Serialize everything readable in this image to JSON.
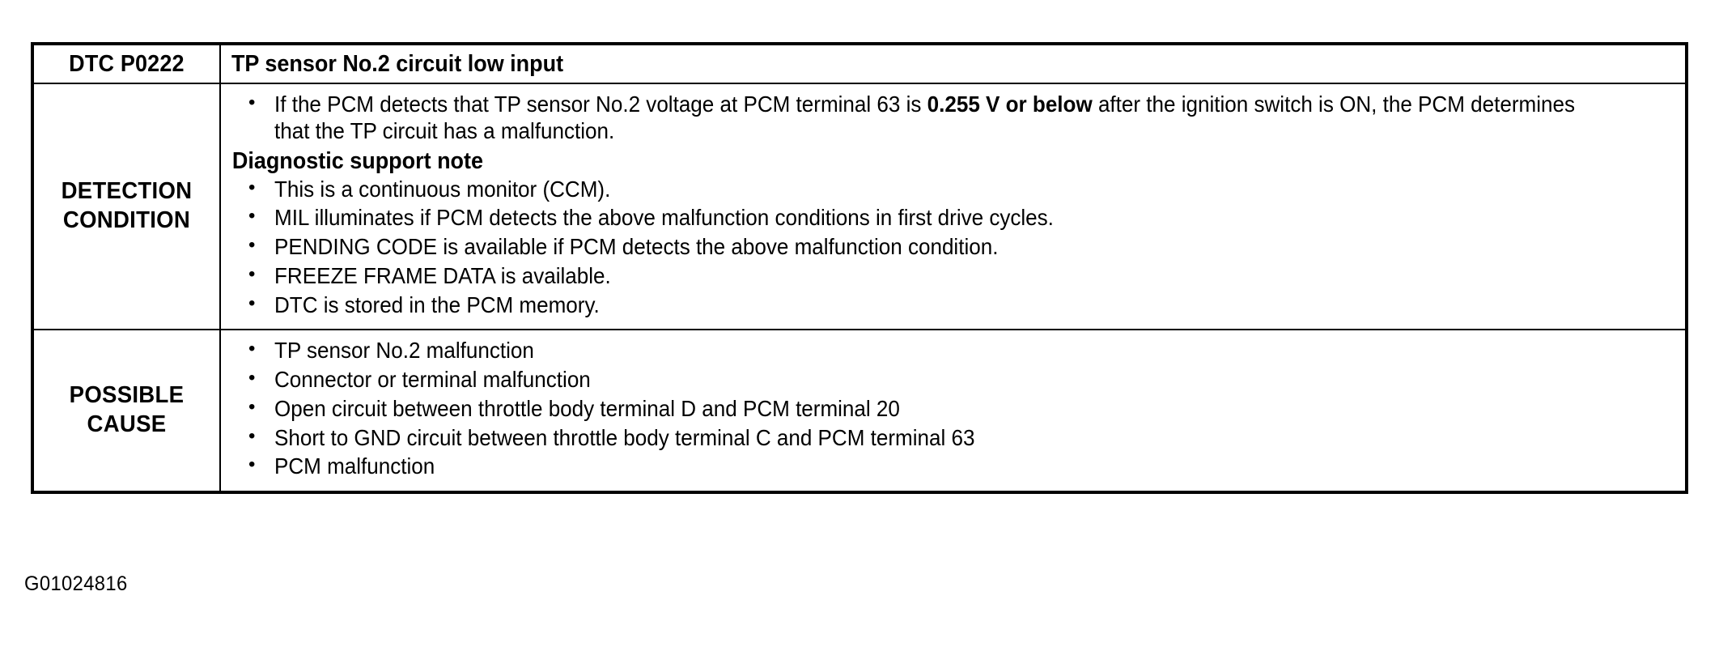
{
  "table": {
    "header": {
      "code_label": "DTC P0222",
      "title": "TP sensor No.2 circuit low input"
    },
    "rows": [
      {
        "label": "DETECTION\nCONDITION",
        "label_line1": "DETECTION",
        "label_line2": "CONDITION",
        "lead_bullets": [
          "If the PCM detects that TP sensor No.2 voltage at PCM terminal 63 is "
        ],
        "lead_bullet_bold": "0.255 V or below",
        "lead_bullet_tail": " after the ignition switch is ON, the PCM determines that the TP circuit has a malfunction.",
        "sub_heading": "Diagnostic support note",
        "bullets": [
          "This is a continuous monitor (CCM).",
          "MIL illuminates if PCM detects the above malfunction conditions in first drive cycles.",
          "PENDING CODE is available if PCM detects the above malfunction condition.",
          "FREEZE FRAME DATA is available.",
          "DTC is stored in the PCM memory."
        ]
      },
      {
        "label_line1": "POSSIBLE",
        "label_line2": "CAUSE",
        "bullets": [
          "TP sensor No.2 malfunction",
          "Connector or terminal malfunction",
          "Open circuit between throttle body terminal D and PCM terminal 20",
          "Short to GND circuit between throttle body terminal C and PCM terminal 63",
          "PCM malfunction"
        ]
      }
    ]
  },
  "figure_id": "G01024816",
  "colors": {
    "border": "#000000",
    "text": "#000000",
    "background": "#ffffff"
  }
}
